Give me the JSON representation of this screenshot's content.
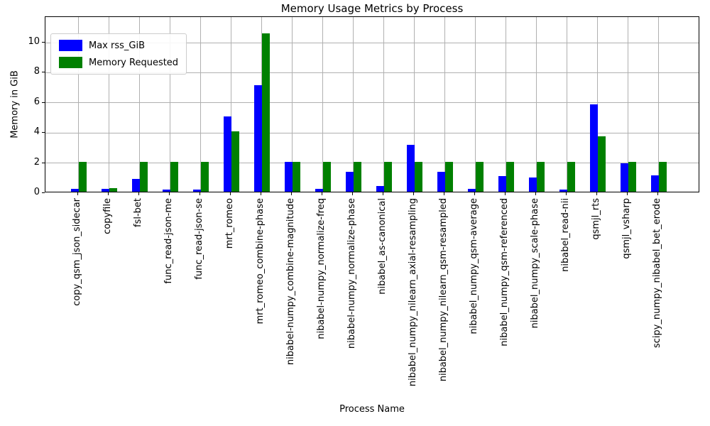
{
  "chart_data": {
    "type": "bar",
    "title": "Memory Usage Metrics by Process",
    "xlabel": "Process Name",
    "ylabel": "Memory in GiB",
    "grid": true,
    "legend_position": "upper left",
    "yticks": [
      0,
      2,
      4,
      6,
      8,
      10
    ],
    "ylim": [
      0,
      11.7
    ],
    "categories": [
      "copy_qsm_json_sidecar",
      "copyfile",
      "fsl-bet",
      "func_read-json-me",
      "func_read-json-se",
      "mrt_romeo",
      "mrt_romeo_combine-phase",
      "nibabel-numpy_combine-magnitude",
      "nibabel-numpy_normalize-freq",
      "nibabel-numpy_normalize-phase",
      "nibabel_as-canonical",
      "nibabel_numpy_nilearn_axial-resampling",
      "nibabel_numpy_nilearn_qsm-resampled",
      "nibabel_numpy_qsm-average",
      "nibabel_numpy_qsm-referenced",
      "nibabel_numpy_scale-phase",
      "nibabel_read-nii",
      "qsmjl_rts",
      "qsmjl_vsharp",
      "scipy_numpy_nibabel_bet_erode"
    ],
    "series": [
      {
        "name": "Max rss_GiB",
        "color": "#0000ff",
        "values": [
          0.2,
          0.2,
          0.85,
          0.15,
          0.15,
          5.0,
          7.1,
          2.0,
          0.2,
          1.3,
          0.4,
          3.1,
          1.3,
          0.2,
          1.05,
          0.95,
          0.15,
          5.8,
          1.9,
          1.1
        ]
      },
      {
        "name": "Memory Requested",
        "color": "#008000",
        "values": [
          2.0,
          0.25,
          2.0,
          2.0,
          2.0,
          4.0,
          10.5,
          2.0,
          2.0,
          2.0,
          2.0,
          2.0,
          2.0,
          2.0,
          2.0,
          2.0,
          2.0,
          3.7,
          2.0,
          2.0
        ]
      }
    ]
  }
}
